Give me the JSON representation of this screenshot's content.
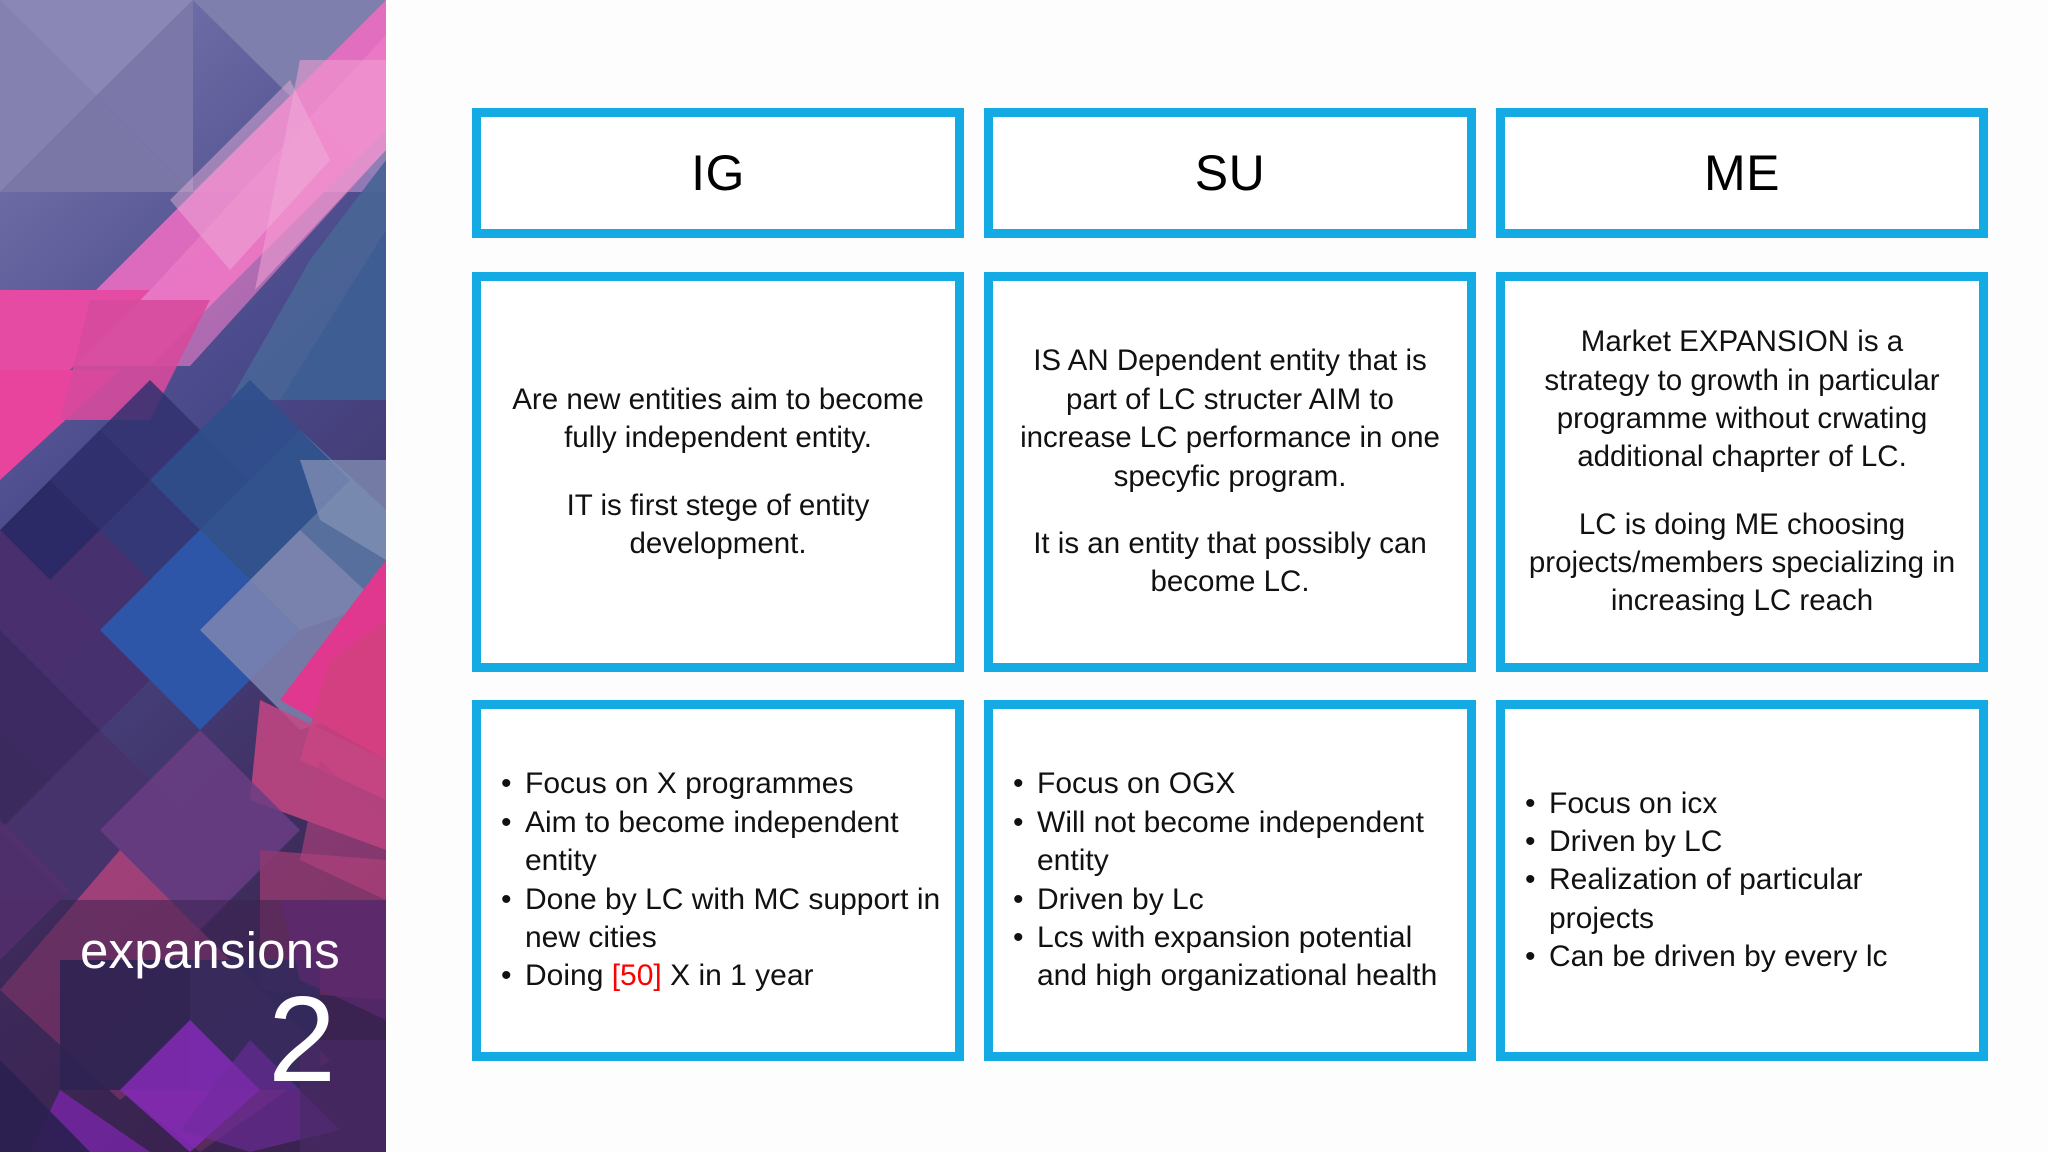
{
  "sidebar": {
    "title": "expansions",
    "number": "2",
    "accent_colors": [
      "#E251A8",
      "#6B5FA8",
      "#2E3E7E",
      "#3B5BA5",
      "#7A3FA0",
      "#C2417E"
    ]
  },
  "theme": {
    "border_color": "#14AAE4",
    "highlight_color": "#FF0000",
    "text_color": "#111111",
    "background": "#ffffff"
  },
  "columns": [
    {
      "header": "IG",
      "description": {
        "paragraph_1": "Are new entities aim to become fully independent entity.",
        "paragraph_2": "IT is first stege of entity development."
      },
      "bullets": [
        {
          "text": "Focus on X programmes"
        },
        {
          "text": "Aim to become independent entity"
        },
        {
          "text": "Done by LC with MC support in new cities"
        },
        {
          "prefix": "Doing ",
          "highlight": "[50]",
          "suffix": " X in 1 year"
        }
      ]
    },
    {
      "header": "SU",
      "description": {
        "paragraph_1": "IS AN Dependent entity that is part of LC structer AIM to increase LC performance in one specyfic program.",
        "paragraph_2": "It is  an entity that possibly can become LC."
      },
      "bullets": [
        {
          "text": "Focus on OGX"
        },
        {
          "text": "Will not become independent entity"
        },
        {
          "text": "Driven by Lc"
        },
        {
          "text": "Lcs with expansion potential and high organizational health"
        }
      ]
    },
    {
      "header": "ME",
      "description": {
        "paragraph_1": "Market EXPANSION is a strategy to growth in particular programme without crwating additional chaprter of LC.",
        "paragraph_2": "LC is doing ME choosing projects/members specializing in increasing LC reach"
      },
      "bullets": [
        {
          "text": "Focus on icx"
        },
        {
          "text": "Driven by LC"
        },
        {
          "text": "Realization of particular projects"
        },
        {
          "text": "Can be driven by every lc"
        }
      ]
    }
  ]
}
